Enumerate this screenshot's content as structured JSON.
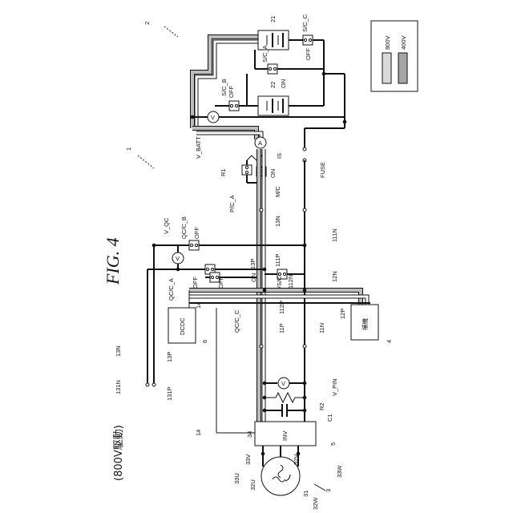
{
  "figure": {
    "title": "FIG. 4",
    "mode": "(800V駆動)"
  },
  "legend": {
    "items": [
      {
        "label": "800V",
        "color": "#d9d9d9"
      },
      {
        "label": "400V",
        "color": "#a6a6a6"
      }
    ]
  },
  "refs": {
    "r1": "1",
    "r2": "2",
    "r3": "3",
    "r4": "4",
    "r5": "5",
    "r6": "6",
    "r14a": "14",
    "r14b": "14",
    "r21": "21",
    "r22": "22",
    "r31": "31",
    "r32u": "32U",
    "r32v": "32V",
    "r32w": "32W",
    "r33u": "33U",
    "r33v": "33V",
    "r33w": "33W",
    "r34": "34",
    "r11n": "11N",
    "r11p": "11P",
    "r12n": "12N",
    "r12p": "12P",
    "r13n": "13N",
    "r13p": "13P",
    "r13n2": "13N",
    "r13p2": "13P",
    "r111n": "111N",
    "r111p": "111P",
    "r112n": "112N",
    "r112p": "112P",
    "r131n": "131N",
    "r131p": "131P",
    "c1": "C1",
    "r2res": "R2",
    "rr1": "R1"
  },
  "labels": {
    "inv": "INV",
    "dcdc": "DCDC",
    "hoki": "補機",
    "fuse": "FUSE",
    "is": "IS",
    "vbatt": "V_BATT",
    "vpin": "V_PIN",
    "vqc": "V_QC",
    "pca": "P/C_A",
    "mc": "M/C",
    "scc": "S/C_C",
    "sca": "S/C_A",
    "scb": "S/C_B",
    "vsc": "VS/C",
    "qcca": "QC/C_A",
    "qccb": "QC/C_B",
    "qccc": "QC/C_C",
    "on1": "ON",
    "on2": "ON",
    "on3": "ON",
    "off1": "OFF",
    "off2": "OFF",
    "off3": "OFF",
    "off4": "OFF",
    "off5": "OFF",
    "v1": "V",
    "v2": "V",
    "v3": "V",
    "a1": "A"
  }
}
